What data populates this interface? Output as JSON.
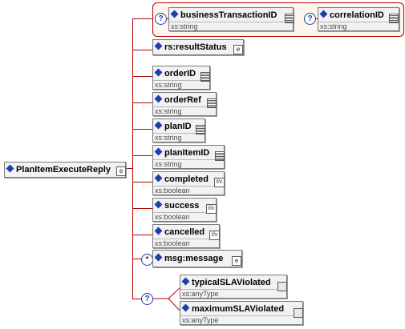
{
  "root": {
    "label": "PlanItemExecuteReply"
  },
  "group_top": {
    "symbol": "?",
    "items": [
      {
        "symbol": "?",
        "label": "businessTransactionID",
        "type": "xs:string"
      },
      {
        "symbol": "?",
        "label": "correlationID",
        "type": "xs:string"
      }
    ]
  },
  "elements": [
    {
      "label": "rs:resultStatus"
    },
    {
      "label": "orderID",
      "type": "xs:string"
    },
    {
      "label": "orderRef",
      "type": "xs:string"
    },
    {
      "label": "planID",
      "type": "xs:string"
    },
    {
      "label": "planItemID",
      "type": "xs:string"
    },
    {
      "label": "completed",
      "type": "xs:boolean"
    },
    {
      "label": "success",
      "type": "xs:boolean"
    },
    {
      "label": "cancelled",
      "type": "xs:boolean"
    },
    {
      "label": "msg:message",
      "symbol": "*"
    }
  ],
  "group_bottom": {
    "symbol": "?",
    "items": [
      {
        "label": "typicalSLAViolated",
        "type": "xs:anyType"
      },
      {
        "label": "maximumSLAViolated",
        "type": "xs:anyType"
      }
    ]
  },
  "colors": {
    "connector": "#b40000",
    "diamond": "#1f3fa8",
    "box_fill": "#f2f2f2"
  }
}
